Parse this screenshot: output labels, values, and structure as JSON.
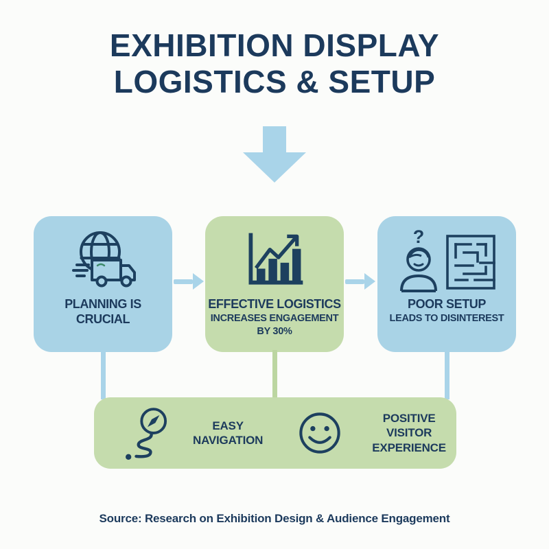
{
  "colors": {
    "background": "#fbfcfa",
    "navy_text": "#1c3a5c",
    "navy_icon": "#1d405f",
    "light_blue": "#a9d4e9",
    "card_blue": "#a9d3e6",
    "green": "#c5dcad"
  },
  "title": {
    "line1": "EXHIBITION DISPLAY",
    "line2": "LOGISTICS & SETUP"
  },
  "cards": [
    {
      "icon": "globe-truck-icon",
      "title_lines": [
        "PLANNING IS",
        "CRUCIAL"
      ]
    },
    {
      "icon": "bar-chart-growth-icon",
      "title": "EFFECTIVE LOGISTICS",
      "subtitle_lines": [
        "INCREASES ENGAGEMENT",
        "BY 30%"
      ]
    },
    {
      "icon": "confused-person-maze-icon",
      "title": "POOR SETUP",
      "subtitle_lines": [
        "LEADS TO DISINTEREST"
      ]
    }
  ],
  "bottom_bar": {
    "items": [
      {
        "icon": "compass-route-icon",
        "label_lines": [
          "EASY",
          "NAVIGATION"
        ]
      },
      {
        "icon": "smiley-face-icon",
        "label_lines": [
          "POSITIVE VISITOR",
          "EXPERIENCE"
        ]
      }
    ]
  },
  "footer": {
    "source": "Source: Research on Exhibition Design & Audience Engagement"
  }
}
